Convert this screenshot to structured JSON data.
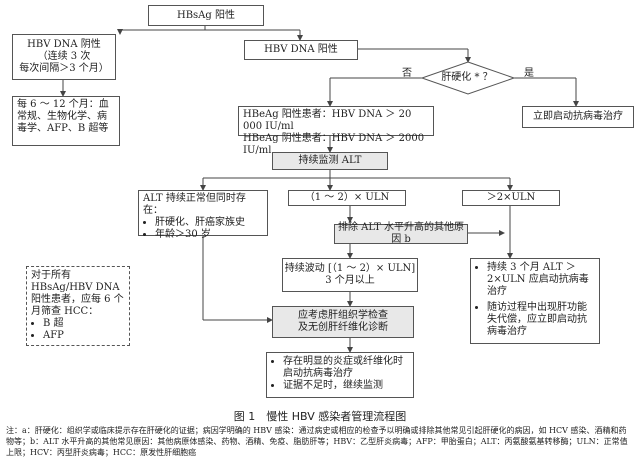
{
  "nodes": {
    "hbsag": "HBsAg 阳性",
    "dna_pos": "HBV DNA 阳性",
    "dna_neg": [
      "HBV DNA 阴性",
      "（连续 3 次",
      "每次间隔＞3 个月）"
    ],
    "followup": "每 6 ～ 12 个月：血常规、生物化学、病毒学、AFP、B 超等",
    "cirrhosis": "肝硬化 * ？",
    "no": "否",
    "yes": "是",
    "start_now": "立即启动抗病毒治疗",
    "hbeag_pos": "HBeAg 阳性患者：HBV DNA ＞ 20 000 IU/ml",
    "hbeag_neg": "HBeAg 阴性患者：HBV DNA ＞ 2000 IU/ml",
    "monitor": "持续监测 ALT",
    "alt_normal": {
      "title": "ALT 持续正常但同时存在：",
      "items": [
        "肝硬化、肝癌家族史",
        "年龄＞30 岁"
      ]
    },
    "uln12": "（1 ～ 2）× ULN",
    "uln2": "＞2×ULN",
    "exclude": "排除 ALT 水平升高的其他原因 b",
    "fluct": [
      "持续波动 [（1 ～ 2）× ULN]",
      "3 个月以上"
    ],
    "biopsy": [
      "应考虑肝组织学检查",
      "及无创肝纤维化诊断"
    ],
    "right_items": [
      "持续 3 个月 ALT ＞ 2×ULN 应启动抗病毒治疗",
      "随访过程中出现肝功能失代偿，应立即启动抗病毒治疗"
    ],
    "hcc": {
      "title": "对于所有 HBsAg/HBV DNA 阳性患者，应每 6 个月筛查 HCC：",
      "items": [
        "B 超",
        "AFP"
      ]
    },
    "final_items": [
      "存在明显的炎症或纤维化时启动抗病毒治疗",
      "证据不足时，继续监测"
    ]
  },
  "caption": "图 1　慢性 HBV 感染者管理流程图",
  "note": "注：a：肝硬化：组织学或临床提示存在肝硬化的证据；病因学明确的 HBV 感染：通过病史或相应的检查予以明确或排除其他常见引起肝硬化的病因，如 HCV 感染、酒精和药物等；b：ALT 水平升高的其他常见原因：其他病原体感染、药物、酒精、免疫、脂肪肝等；HBV：乙型肝炎病毒；AFP：甲胎蛋白；ALT：丙氨酸氨基转移酶；ULN：正常值上限；HCV：丙型肝炎病毒；HCC：原发性肝细胞癌"
}
